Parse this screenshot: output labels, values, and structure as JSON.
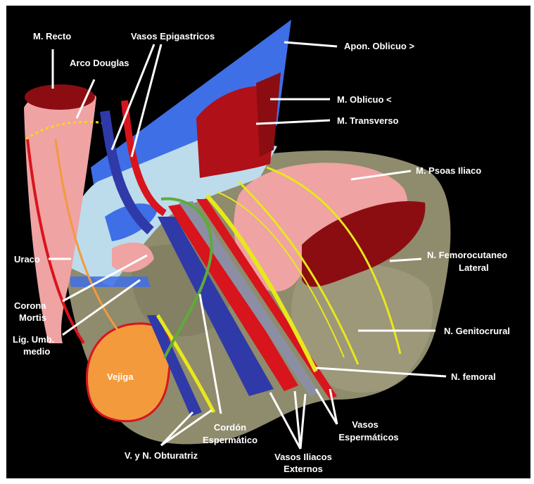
{
  "labels": {
    "recto": "M. Recto",
    "vasos_epigastricos": "Vasos Epigastricos",
    "arco_douglas": "Arco  Douglas",
    "apon_oblicuo": "Apon. Oblicuo >",
    "oblicuo_menor": "M. Oblicuo <",
    "transverso": "M. Transverso",
    "psoas": "M. Psoas Iliaco",
    "femorocutaneo_1": "N. Femorocutaneo",
    "femorocutaneo_2": "Lateral",
    "genitocrural": "N. Genitocrural",
    "femoral": "N. femoral",
    "vasos_espermaticos_1": "Vasos",
    "vasos_espermaticos_2": "Espermáticos",
    "vasos_iliacos_1": "Vasos Iliacos",
    "vasos_iliacos_2": "Externos",
    "cordon_1": "Cordón",
    "cordon_2": "Espermático",
    "obturatriz": "V. y N. Obturatriz",
    "uraco": "Uraco",
    "corona_1": "Corona",
    "corona_2": "Mortis",
    "lig_umb_1": "Lig. Umb.",
    "lig_umb_2": "medio",
    "vejiga": "Vejiga"
  },
  "colors": {
    "background": "#000000",
    "bone": "#8f8b6d",
    "aponeurosis": "#3f6fe6",
    "fascia": "#bcdcec",
    "muscle_dark": "#8b0d12",
    "muscle_red": "#b01018",
    "muscle_pink": "#efa3a3",
    "vein": "#2f3aa8",
    "artery": "#d8141c",
    "nerve": "#e8e81a",
    "bladder": "#f39a3c",
    "cord_grey": "#8c8fa3",
    "green": "#5faa3a",
    "leader": "#ffffff"
  }
}
